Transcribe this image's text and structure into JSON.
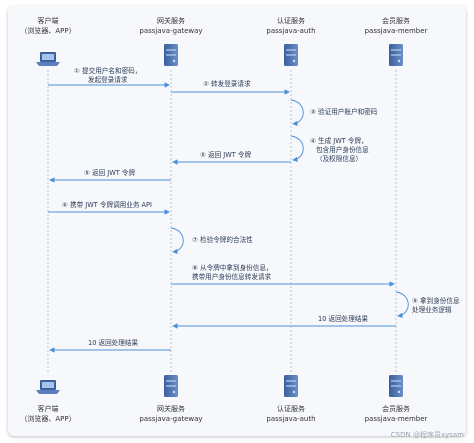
{
  "actors": [
    {
      "name": "客户端",
      "sub": "（浏览器、APP）",
      "kind": "laptop"
    },
    {
      "name": "网关服务",
      "sub": "passjava-gateway",
      "kind": "server"
    },
    {
      "name": "认证服务",
      "sub": "passjava-auth",
      "kind": "server"
    },
    {
      "name": "会员服务",
      "sub": "passjava-member",
      "kind": "server"
    }
  ],
  "messages": [
    {
      "lines": [
        "① 提交用户名和密码，",
        "发起登录请求"
      ]
    },
    {
      "lines": [
        "② 转发登录请求"
      ]
    },
    {
      "lines": [
        "③ 验证用户账户和密码"
      ]
    },
    {
      "lines": [
        "④ 生成 JWT 令牌，",
        "包含用户身份信息",
        "（及权限信息）"
      ]
    },
    {
      "lines": [
        "⑤ 返回 JWT 令牌"
      ]
    },
    {
      "lines": [
        "⑤ 返回 JWT 令牌"
      ]
    },
    {
      "lines": [
        "⑥ 携带 JWT 令牌调用业务 API"
      ]
    },
    {
      "lines": [
        "⑦ 检验令牌的合法性"
      ]
    },
    {
      "lines": [
        "⑧ 从令牌中拿到身份信息，",
        "携带用户身份信息转发请求"
      ]
    },
    {
      "lines": [
        "⑨ 拿到身份信息",
        "处理业务逻辑"
      ]
    },
    {
      "lines": [
        "10 返回处理结果"
      ]
    },
    {
      "lines": [
        "10 返回处理结果"
      ]
    }
  ],
  "watermark": "CSDN @程序员xysam",
  "colors": {
    "arrow": "#4a90d9",
    "lifeline": "#b8c7d8"
  }
}
